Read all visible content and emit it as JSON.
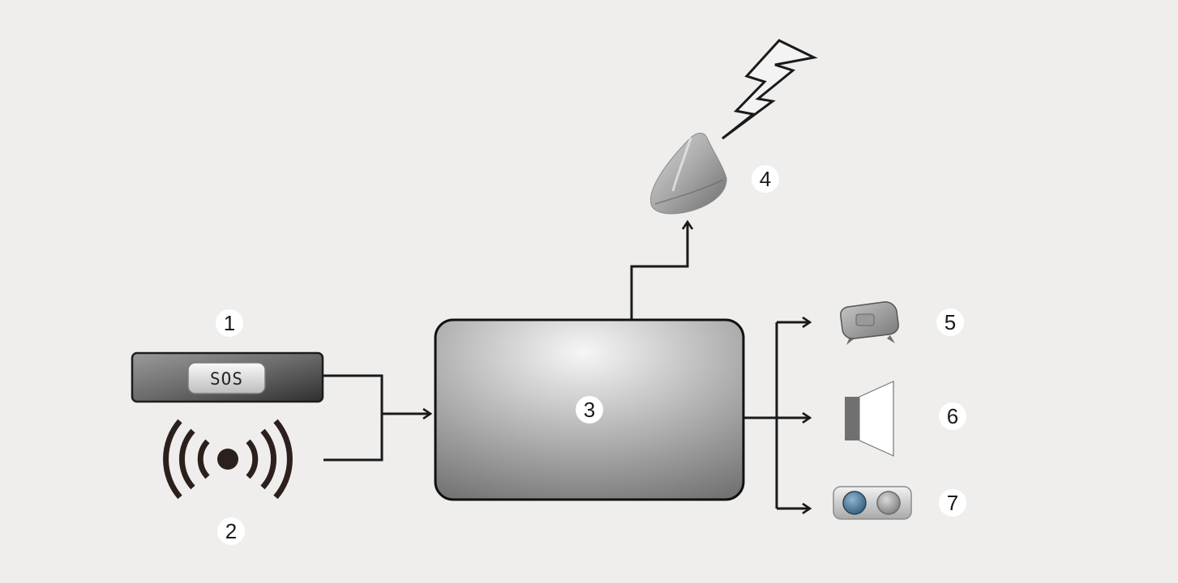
{
  "diagram": {
    "callouts": {
      "c1": "1",
      "c2": "2",
      "c3": "3",
      "c4": "4",
      "c5": "5",
      "c6": "6",
      "c7": "7"
    },
    "sos_label": "SOS",
    "colors": {
      "background": "#efeeed",
      "line": "#1a1a1a",
      "module_light": "#f4f4f4",
      "module_dark": "#7a7a7a"
    },
    "icons": {
      "c1": "sos-button-icon",
      "c2": "wireless-signal-icon",
      "c3": "control-unit-module",
      "c4": "shark-fin-antenna-icon",
      "c5": "microphone-icon",
      "c6": "speaker-icon",
      "c7": "indicator-lamp-icon"
    }
  }
}
